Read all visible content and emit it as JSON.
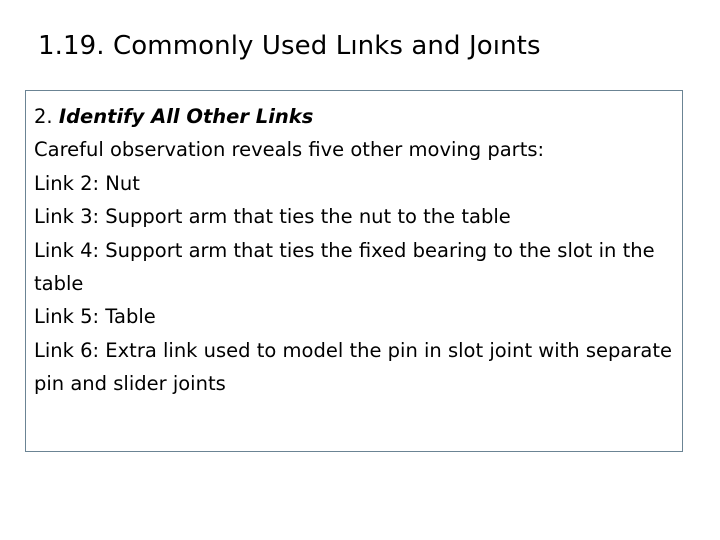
{
  "slide": {
    "title": "1.19. Commonly Used Lınks and Joınts",
    "accent_color": "#6b8494",
    "background_color": "#ffffff",
    "text_color": "#000000"
  },
  "content": {
    "heading": {
      "number": "2.",
      "emphasis": "Identify All Other Links"
    },
    "intro": "Careful observation reveals five other moving parts:",
    "links": [
      "Link 2: Nut",
      "Link 3: Support arm that ties the nut to the table",
      "Link 4: Support arm that ties the fixed bearing to the slot in the table",
      "Link 5: Table",
      "Link 6: Extra link used to model the pin in slot joint with separate pin and slider joints"
    ]
  }
}
